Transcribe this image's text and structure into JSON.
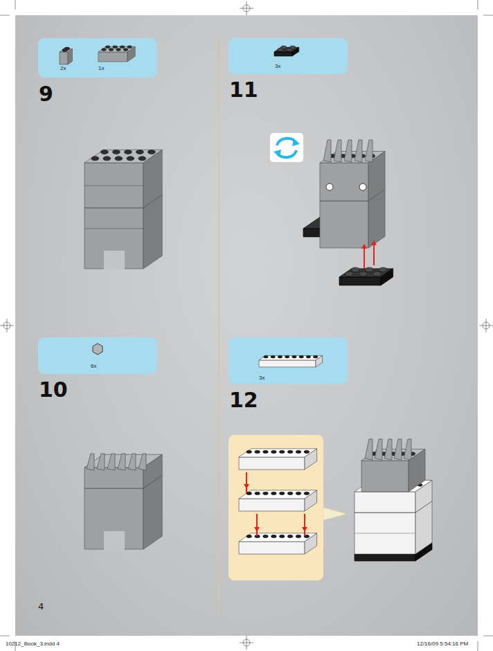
{
  "diagram": {
    "nodes": [
      {
        "text": [
          "2x",
          "1x"
        ]
      },
      {
        "text": [
          "3x"
        ]
      },
      {
        "text": [
          "6x"
        ]
      },
      {
        "text": [
          "3x"
        ]
      }
    ],
    "labels": [
      "9",
      "11",
      "10",
      "12",
      "4",
      "10212_Book_3.indd 4",
      "12/16/09 5:54:16 PM"
    ]
  }
}
